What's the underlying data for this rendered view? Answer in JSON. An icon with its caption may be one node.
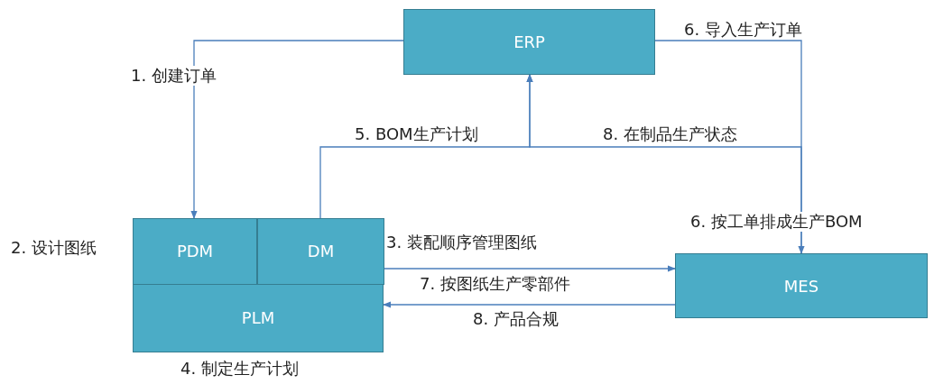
{
  "diagram": {
    "nodes": [
      {
        "text": [
          "ERP"
        ]
      },
      {
        "text": [
          "PLM"
        ],
        "beside": [
          "4. 制定生产计划"
        ]
      },
      {
        "text": [
          "PDM"
        ],
        "in": 1,
        "beside": [
          "2. 设计图纸"
        ]
      },
      {
        "text": [
          "DM"
        ],
        "in": 1,
        "beside": [
          "3. 装配顺序管理图纸"
        ]
      },
      {
        "text": [
          "MES"
        ],
        "beside": [
          "6. 按工单排成生产BOM"
        ]
      }
    ],
    "edges": [
      {
        "from": 0,
        "to": 2,
        "arrow": "to",
        "label": "1. 创建订单"
      },
      {
        "from": 3,
        "to": 0,
        "arrow": "to",
        "label": "5. BOM生产计划"
      },
      {
        "from": 4,
        "to": 0,
        "arrow": "to",
        "label": "8. 在制品生产状态"
      },
      {
        "from": 0,
        "to": 4,
        "arrow": "to",
        "label": "6. 导入生产订单"
      },
      {
        "from": 3,
        "to": 4,
        "arrow": "to",
        "label": "7. 按图纸生产零部件"
      },
      {
        "from": 4,
        "to": 1,
        "arrow": "to",
        "label": "8. 产品合规"
      }
    ]
  }
}
